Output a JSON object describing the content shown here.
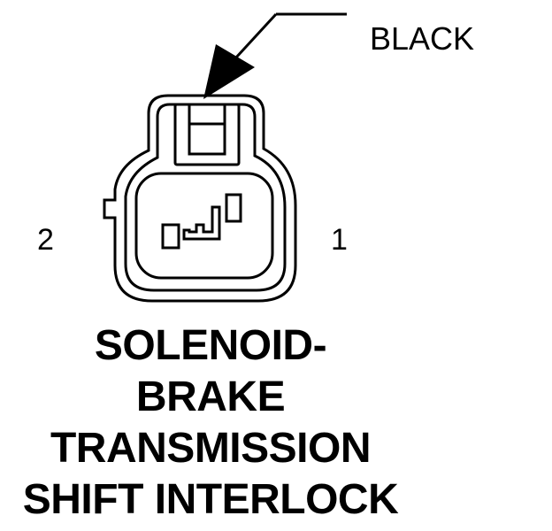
{
  "callout": {
    "color_label": "BLACK"
  },
  "pins": {
    "left": "2",
    "right": "1"
  },
  "title": {
    "lines": [
      "SOLENOID-",
      "BRAKE",
      "TRANSMISSION",
      "SHIFT INTERLOCK"
    ]
  },
  "colors": {
    "ink": "#000000",
    "background": "#ffffff"
  }
}
